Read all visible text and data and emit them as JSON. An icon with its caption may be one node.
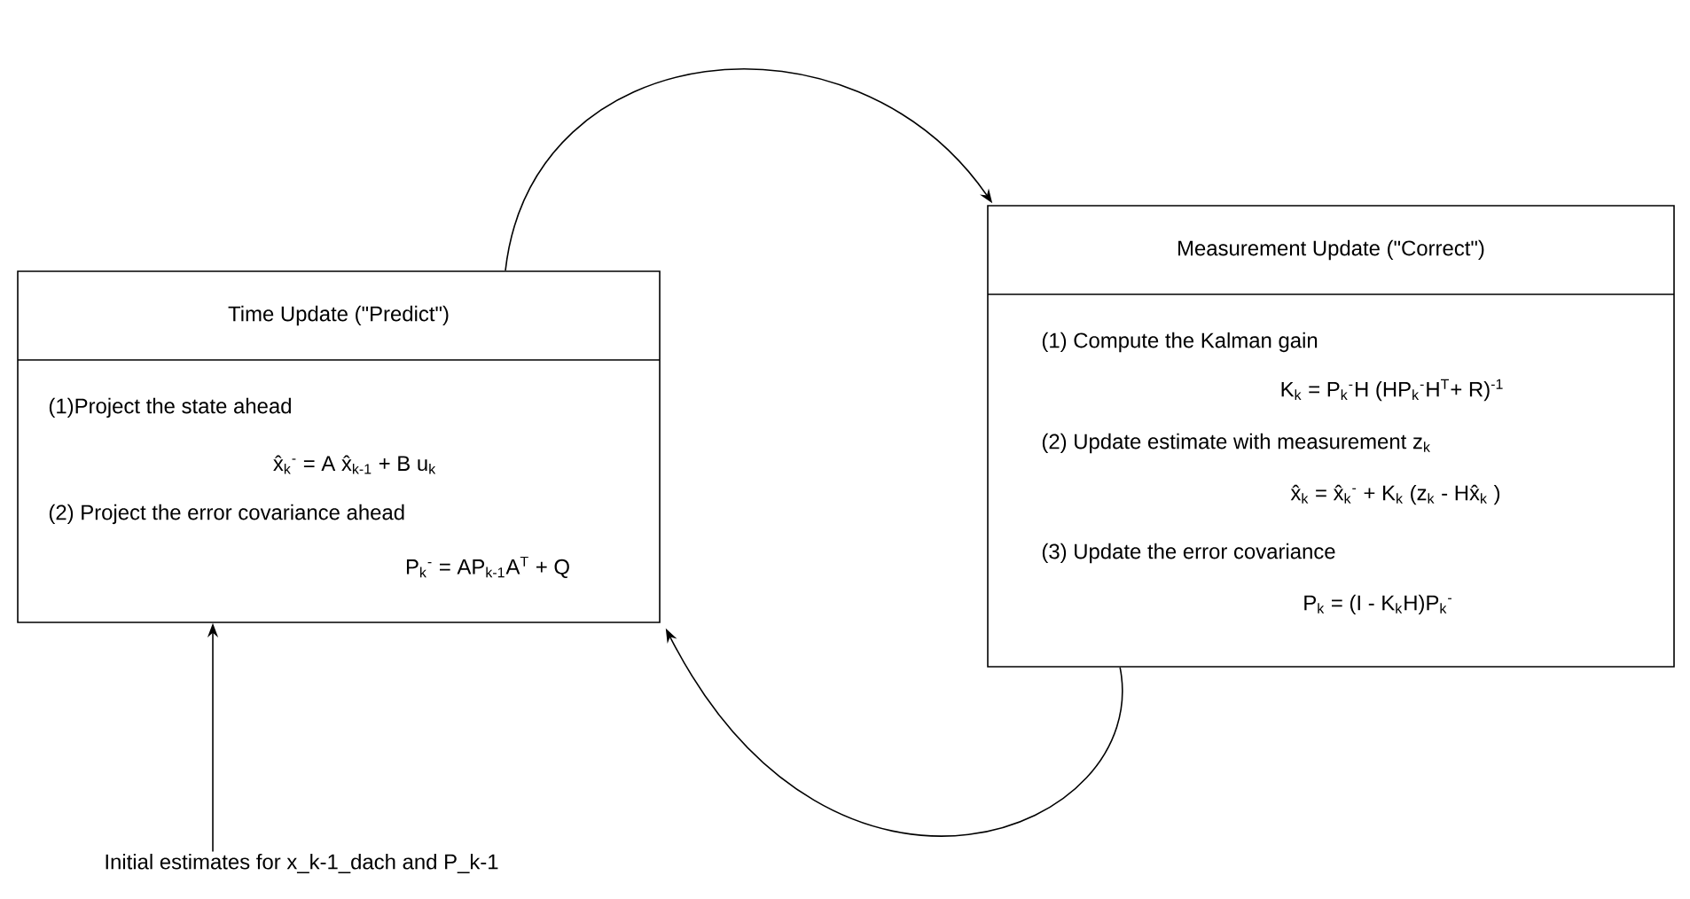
{
  "diagram": {
    "nodes": [
      {
        "text": [
          "Time Update (\"Predict\")",
          "(1)Project the state ahead",
          "x̂$_{k}$$^{-}$ = A x̂$_{k-1}$ + B u$_{k}$",
          "(2) Project the error covariance ahead",
          "P$_{k}$$^{-}$ = AP$_{k-1}$A$^{T}$ + Q"
        ]
      },
      {
        "text": [
          "Measurement Update (\"Correct\")",
          "(1) Compute the Kalman gain",
          "K$_{k}$ = P$_{k}$$^{-}$H (HP$_{k}$$^{-}$H$^{T}$+ R)$^{-1}$",
          "(2) Update estimate with measurement z$_{k}$",
          "x̂$_{k}$ = x̂$_{k}$$^{-}$ + K$_{k}$ (z$_{k}$ - Hx̂$_{k}$ )",
          "(3) Update the error covariance",
          "P$_{k}$ = (I - K$_{k}$H)P$_{k}$$^{-}$"
        ]
      },
      {
        "text": [
          "Initial estimates for x_k-1_dach and P_k-1"
        ]
      }
    ],
    "edges": [
      {
        "from": 0,
        "to": 1,
        "arrow": "to"
      },
      {
        "from": 1,
        "to": 0,
        "arrow": "to"
      },
      {
        "from": 2,
        "to": 0,
        "arrow": "to"
      }
    ]
  }
}
